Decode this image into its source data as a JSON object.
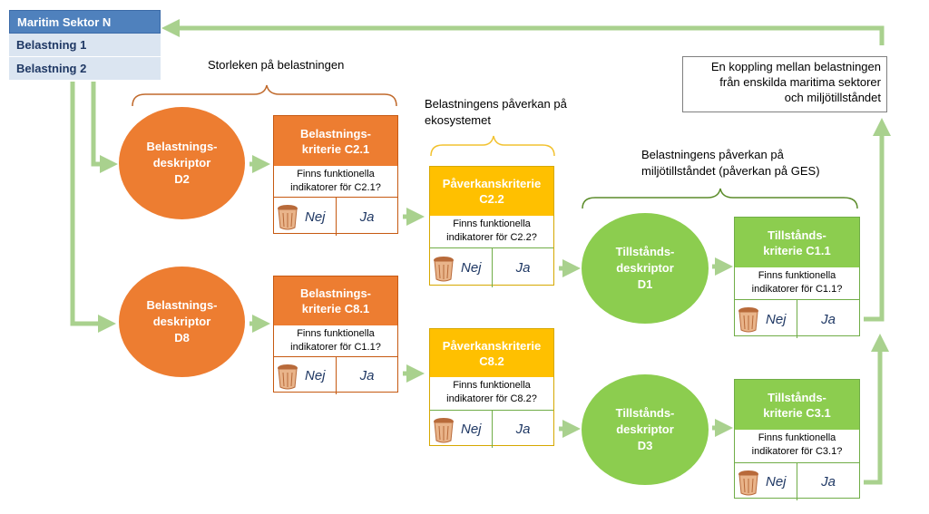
{
  "sectors": [
    {
      "label": "Maritim Sektor N",
      "active": true
    },
    {
      "label": "Belastning 1",
      "active": false
    },
    {
      "label": "Belastning 2",
      "active": false
    }
  ],
  "annotations": {
    "size_of_load": "Storleken på belastningen",
    "load_impact_ecosystem_line1": "Belastningens påverkan på",
    "load_impact_ecosystem_line2": "ekosystemet",
    "load_impact_env_line1": "Belastningens påverkan på",
    "load_impact_env_line2": "miljötillståndet (påverkan på GES)"
  },
  "link_note": {
    "line1": "En koppling mellan belastningen",
    "line2": "från enskilda maritima sektorer",
    "line3": "och miljötillståndet"
  },
  "descriptors": {
    "d2": {
      "line1": "Belastnings-",
      "line2": "deskriptor",
      "line3": "D2"
    },
    "d8": {
      "line1": "Belastnings-",
      "line2": "deskriptor",
      "line3": "D8"
    },
    "d1": {
      "line1": "Tillstånds-",
      "line2": "deskriptor",
      "line3": "D1"
    },
    "d3": {
      "line1": "Tillstånds-",
      "line2": "deskriptor",
      "line3": "D3"
    }
  },
  "criteria": {
    "c21": {
      "title1": "Belastnings-",
      "title2": "kriterie C2.1",
      "q1": "Finns funktionella",
      "q2": "indikatorer för C2.1?",
      "no": "Nej",
      "yes": "Ja"
    },
    "c81": {
      "title1": "Belastnings-",
      "title2": "kriterie C8.1",
      "q1": "Finns funktionella",
      "q2": "indikatorer för C1.1?",
      "no": "Nej",
      "yes": "Ja"
    },
    "c22": {
      "title1": "Påverkanskriterie",
      "title2": "C2.2",
      "q1": "Finns funktionella",
      "q2": "indikatorer för C2.2?",
      "no": "Nej",
      "yes": "Ja"
    },
    "c82": {
      "title1": "Påverkanskriterie",
      "title2": "C8.2",
      "q1": "Finns funktionella",
      "q2": "indikatorer för C8.2?",
      "no": "Nej",
      "yes": "Ja"
    },
    "c11": {
      "title1": "Tillstånds-",
      "title2": "kriterie C1.1",
      "q1": "Finns funktionella",
      "q2": "indikatorer för C1.1?",
      "no": "Nej",
      "yes": "Ja"
    },
    "c31": {
      "title1": "Tillstånds-",
      "title2": "kriterie C3.1",
      "q1": "Finns funktionella",
      "q2": "indikatorer för C3.1?",
      "no": "Nej",
      "yes": "Ja"
    }
  },
  "colors": {
    "pressure": "#ed7d31",
    "impact": "#ffc000",
    "state": "#8ccd4f",
    "arrow": "#a9d18e",
    "sector_active": "#4f81bd",
    "sector_inactive": "#dbe5f1"
  },
  "icons": {
    "no_indicator": "trash-bin-icon"
  }
}
